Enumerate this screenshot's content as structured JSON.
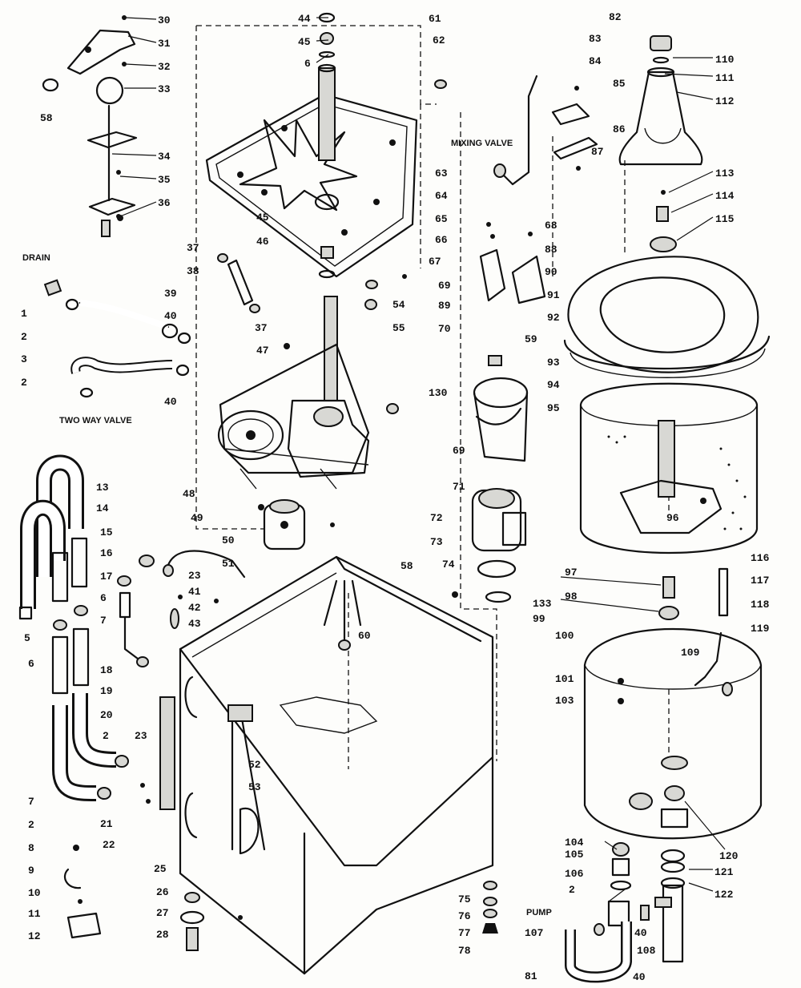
{
  "diagram": {
    "notes": {
      "drain": "DRAIN",
      "two_way_valve": "TWO WAY VALVE",
      "mixing_valve": "MIXING VALVE",
      "pump": "PUMP"
    },
    "callouts": [
      {
        "id": "c30",
        "label": "30"
      },
      {
        "id": "c31",
        "label": "31"
      },
      {
        "id": "c32",
        "label": "32"
      },
      {
        "id": "c33",
        "label": "33"
      },
      {
        "id": "c58a",
        "label": "58"
      },
      {
        "id": "c34",
        "label": "34"
      },
      {
        "id": "c35",
        "label": "35"
      },
      {
        "id": "c36",
        "label": "36"
      },
      {
        "id": "c44",
        "label": "44"
      },
      {
        "id": "c45a",
        "label": "45"
      },
      {
        "id": "c6a",
        "label": "6"
      },
      {
        "id": "c61",
        "label": "61"
      },
      {
        "id": "c62",
        "label": "62"
      },
      {
        "id": "c45b",
        "label": "45"
      },
      {
        "id": "c46",
        "label": "46"
      },
      {
        "id": "c37a",
        "label": "37"
      },
      {
        "id": "c38",
        "label": "38"
      },
      {
        "id": "c37b",
        "label": "37"
      },
      {
        "id": "c54",
        "label": "54"
      },
      {
        "id": "c55",
        "label": "55"
      },
      {
        "id": "c82",
        "label": "82"
      },
      {
        "id": "c83",
        "label": "83"
      },
      {
        "id": "c84",
        "label": "84"
      },
      {
        "id": "c85",
        "label": "85"
      },
      {
        "id": "c86",
        "label": "86"
      },
      {
        "id": "c87",
        "label": "87"
      },
      {
        "id": "c63",
        "label": "63"
      },
      {
        "id": "c64",
        "label": "64"
      },
      {
        "id": "c65",
        "label": "65"
      },
      {
        "id": "c66",
        "label": "66"
      },
      {
        "id": "c68",
        "label": "68"
      },
      {
        "id": "c67",
        "label": "67"
      },
      {
        "id": "c88",
        "label": "88"
      },
      {
        "id": "c90",
        "label": "90"
      },
      {
        "id": "c69a",
        "label": "69"
      },
      {
        "id": "c89",
        "label": "89"
      },
      {
        "id": "c70",
        "label": "70"
      },
      {
        "id": "c59",
        "label": "59"
      },
      {
        "id": "c93",
        "label": "93"
      },
      {
        "id": "c94",
        "label": "94"
      },
      {
        "id": "c95",
        "label": "95"
      },
      {
        "id": "c110",
        "label": "110"
      },
      {
        "id": "c111",
        "label": "111"
      },
      {
        "id": "c112",
        "label": "112"
      },
      {
        "id": "c113",
        "label": "113"
      },
      {
        "id": "c114",
        "label": "114"
      },
      {
        "id": "c115",
        "label": "115"
      },
      {
        "id": "c91",
        "label": "91"
      },
      {
        "id": "c92",
        "label": "92"
      },
      {
        "id": "c1a",
        "label": "1"
      },
      {
        "id": "c2a",
        "label": "2"
      },
      {
        "id": "c39",
        "label": "39"
      },
      {
        "id": "c40a",
        "label": "40"
      },
      {
        "id": "c3a",
        "label": "3"
      },
      {
        "id": "c2b",
        "label": "2"
      },
      {
        "id": "c40b",
        "label": "40"
      },
      {
        "id": "c47",
        "label": "47"
      },
      {
        "id": "c130",
        "label": "130"
      },
      {
        "id": "c69b",
        "label": "69"
      },
      {
        "id": "c71",
        "label": "71"
      },
      {
        "id": "c72",
        "label": "72"
      },
      {
        "id": "c73",
        "label": "73"
      },
      {
        "id": "c74",
        "label": "74"
      },
      {
        "id": "c96",
        "label": "96"
      },
      {
        "id": "c13",
        "label": "13"
      },
      {
        "id": "c14",
        "label": "14"
      },
      {
        "id": "c15",
        "label": "15"
      },
      {
        "id": "c16",
        "label": "16"
      },
      {
        "id": "c17",
        "label": "17"
      },
      {
        "id": "c48",
        "label": "48"
      },
      {
        "id": "c49",
        "label": "49"
      },
      {
        "id": "c50",
        "label": "50"
      },
      {
        "id": "c51",
        "label": "51"
      },
      {
        "id": "c58b",
        "label": "58"
      },
      {
        "id": "c97",
        "label": "97"
      },
      {
        "id": "c98",
        "label": "98"
      },
      {
        "id": "c133",
        "label": "133"
      },
      {
        "id": "c99",
        "label": "99"
      },
      {
        "id": "c116",
        "label": "116"
      },
      {
        "id": "c117",
        "label": "117"
      },
      {
        "id": "c118",
        "label": "118"
      },
      {
        "id": "c119",
        "label": "119"
      },
      {
        "id": "c23a",
        "label": "23"
      },
      {
        "id": "c41",
        "label": "41"
      },
      {
        "id": "c42",
        "label": "42"
      },
      {
        "id": "c43",
        "label": "43"
      },
      {
        "id": "c5",
        "label": "5"
      },
      {
        "id": "c6b",
        "label": "6"
      },
      {
        "id": "c6c",
        "label": "6"
      },
      {
        "id": "c7a",
        "label": "7"
      },
      {
        "id": "c18",
        "label": "18"
      },
      {
        "id": "c19",
        "label": "19"
      },
      {
        "id": "c60",
        "label": "60"
      },
      {
        "id": "c100",
        "label": "100"
      },
      {
        "id": "c101",
        "label": "101"
      },
      {
        "id": "c103",
        "label": "103"
      },
      {
        "id": "c109",
        "label": "109"
      },
      {
        "id": "c20",
        "label": "20"
      },
      {
        "id": "c52",
        "label": "52"
      },
      {
        "id": "c2c",
        "label": "2"
      },
      {
        "id": "c23b",
        "label": "23"
      },
      {
        "id": "c53",
        "label": "53"
      },
      {
        "id": "c7b",
        "label": "7"
      },
      {
        "id": "c2d",
        "label": "2"
      },
      {
        "id": "c21",
        "label": "21"
      },
      {
        "id": "c22",
        "label": "22"
      },
      {
        "id": "c8",
        "label": "8"
      },
      {
        "id": "c9",
        "label": "9"
      },
      {
        "id": "c10",
        "label": "10"
      },
      {
        "id": "c11",
        "label": "11"
      },
      {
        "id": "c12",
        "label": "12"
      },
      {
        "id": "c25",
        "label": "25"
      },
      {
        "id": "c26",
        "label": "26"
      },
      {
        "id": "c27",
        "label": "27"
      },
      {
        "id": "c28",
        "label": "28"
      },
      {
        "id": "c75",
        "label": "75"
      },
      {
        "id": "c76",
        "label": "76"
      },
      {
        "id": "c77",
        "label": "77"
      },
      {
        "id": "c78",
        "label": "78"
      },
      {
        "id": "c104",
        "label": "104"
      },
      {
        "id": "c105",
        "label": "105"
      },
      {
        "id": "c106",
        "label": "106"
      },
      {
        "id": "c2e",
        "label": "2"
      },
      {
        "id": "c40c",
        "label": "40"
      },
      {
        "id": "c108",
        "label": "108"
      },
      {
        "id": "c40d",
        "label": "40"
      },
      {
        "id": "c107",
        "label": "107"
      },
      {
        "id": "c81",
        "label": "81"
      },
      {
        "id": "c120",
        "label": "120"
      },
      {
        "id": "c121",
        "label": "121"
      },
      {
        "id": "c122",
        "label": "122"
      }
    ]
  }
}
